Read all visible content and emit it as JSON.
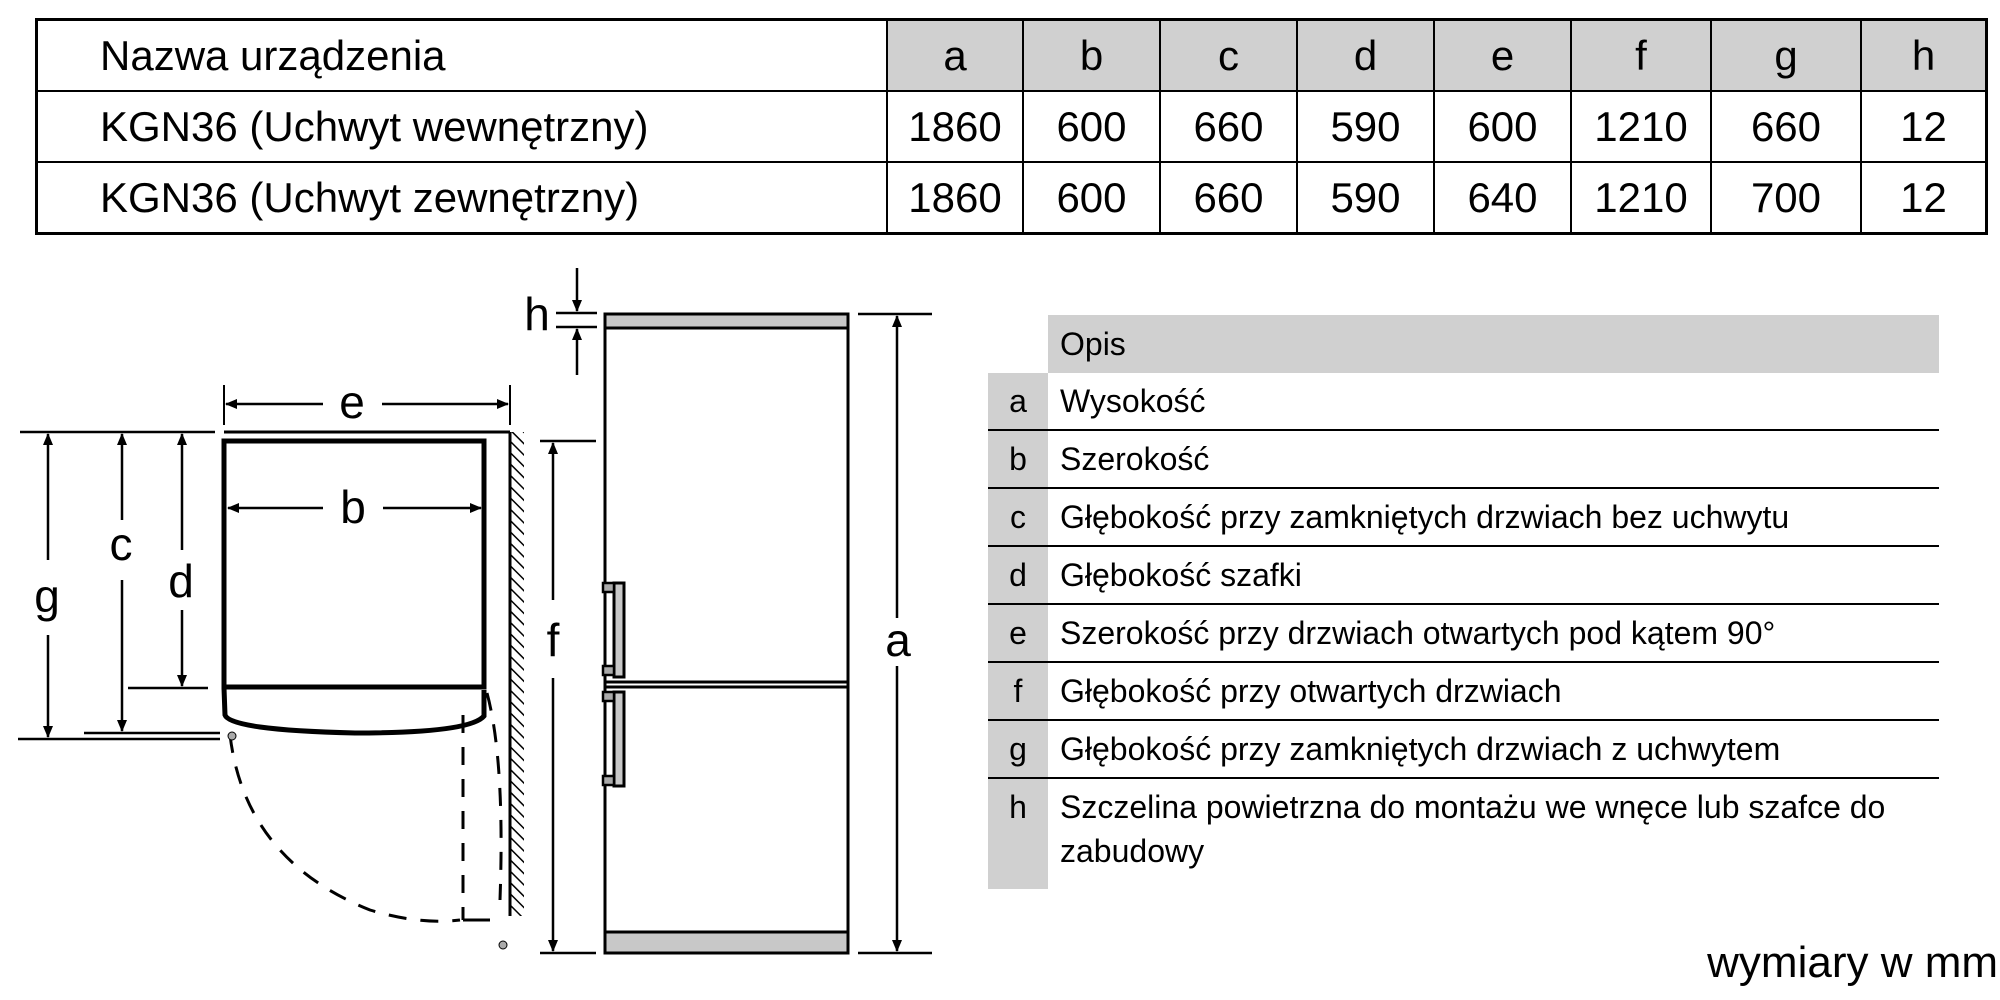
{
  "dimensions_table": {
    "name_header": "Nazwa urządzenia",
    "columns": [
      "a",
      "b",
      "c",
      "d",
      "e",
      "f",
      "g",
      "h"
    ],
    "rows": [
      {
        "name": "KGN36 (Uchwyt wewnętrzny)",
        "values": [
          "1860",
          "600",
          "660",
          "590",
          "600",
          "1210",
          "660",
          "12"
        ]
      },
      {
        "name": "KGN36 (Uchwyt zewnętrzny)",
        "values": [
          "1860",
          "600",
          "660",
          "590",
          "640",
          "1210",
          "700",
          "12"
        ]
      }
    ]
  },
  "drawing_labels": {
    "top_view": {
      "e": "e",
      "b": "b",
      "c": "c",
      "d": "d",
      "g": "g",
      "f": "f",
      "h": "h"
    },
    "front_view": {
      "a": "a",
      "h": "h"
    }
  },
  "description": {
    "header": "Opis",
    "items": [
      {
        "key": "a",
        "text": "Wysokość"
      },
      {
        "key": "b",
        "text": "Szerokość"
      },
      {
        "key": "c",
        "text": "Głębokość przy zamkniętych drzwiach bez uchwytu"
      },
      {
        "key": "d",
        "text": "Głębokość szafki"
      },
      {
        "key": "e",
        "text": "Szerokość przy drzwiach otwartych pod kątem 90°"
      },
      {
        "key": "f",
        "text": "Głębokość przy otwartych drzwiach"
      },
      {
        "key": "g",
        "text": "Głębokość przy zamkniętych drzwiach z uchwytem"
      },
      {
        "key": "h",
        "text": "Szczelina powietrzna do montażu we wnęce lub szafce do zabudowy"
      }
    ]
  },
  "units_note": "wymiary w mm",
  "colors": {
    "header_gray": "#d0d0d0",
    "line": "#000000"
  }
}
